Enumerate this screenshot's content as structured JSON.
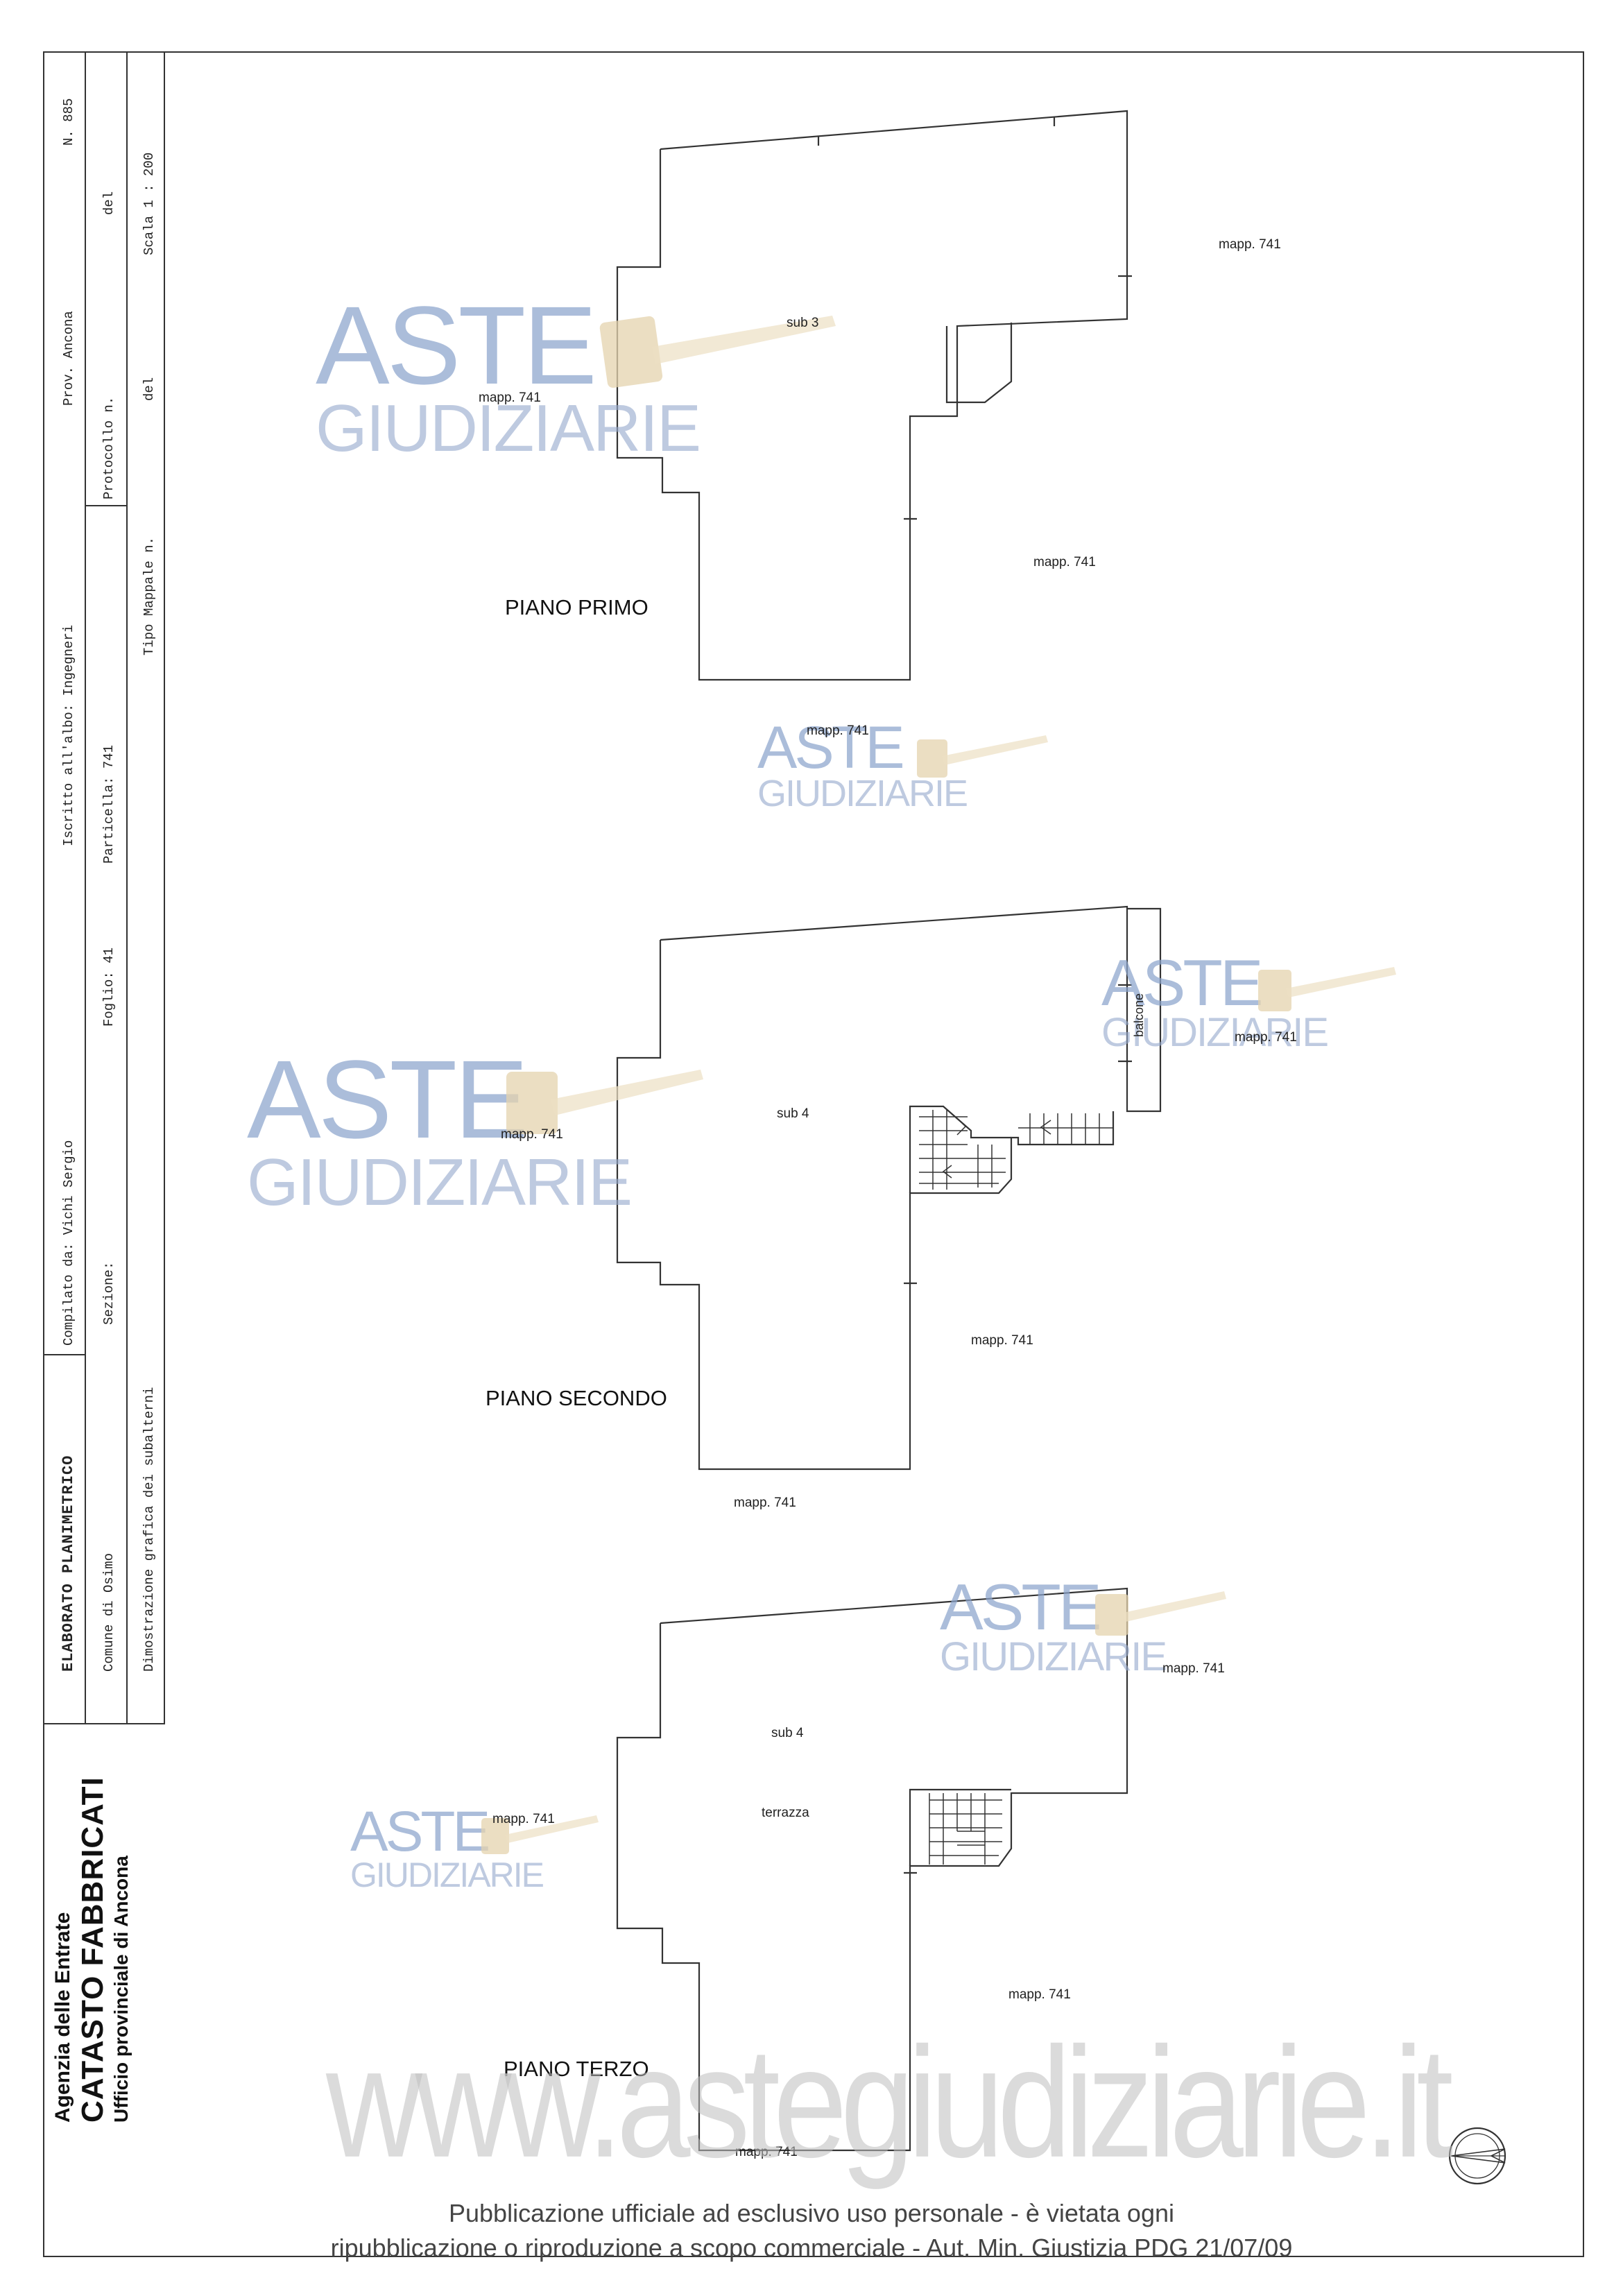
{
  "header": {
    "title": "ELABORATO PLANIMETRICO",
    "compilato": "Compilato da: Vichi Sergio",
    "iscritto": "Iscritto all'albo: Ingegneri",
    "prov": "Prov. Ancona",
    "numero": "N. 885",
    "comune": "Comune di Osimo",
    "sezione": "Sezione:",
    "foglio": "Foglio: 41",
    "particella": "Particella: 741",
    "protocollo": "Protocollo n.",
    "protocollo_del": "del",
    "dimostrazione": "Dimostrazione grafica dei subalterni",
    "tipo_mappale": "Tipo Mappale n.",
    "tipo_del": "del",
    "scala": "Scala 1 : 200"
  },
  "agency": {
    "line1": "Agenzia delle Entrate",
    "line2": "CATASTO FABBRICATI",
    "line3": "Ufficio provinciale di  Ancona"
  },
  "plans": {
    "primo": {
      "label": "PIANO PRIMO",
      "sub": "sub 3",
      "mapp_right_top": "mapp. 741",
      "mapp_left": "mapp. 741",
      "mapp_right_bottom": "mapp. 741",
      "mapp_bottom": "mapp. 741"
    },
    "secondo": {
      "label": "PIANO SECONDO",
      "sub": "sub 4",
      "balcone": "balcone",
      "mapp_right_top": "mapp. 741",
      "mapp_left": "mapp. 741",
      "mapp_right_bottom": "mapp. 741",
      "mapp_bottom": "mapp. 741"
    },
    "terzo": {
      "label": "PIANO TERZO",
      "sub": "sub 4",
      "terrazza": "terrazza",
      "mapp_right_top": "mapp. 741",
      "mapp_left": "mapp. 741",
      "mapp_right_bottom": "mapp. 741",
      "mapp_bottom": "mapp. 741"
    }
  },
  "watermarks": {
    "aste": "ASTE",
    "giudiziarie": "GIUDIZIARIE",
    "site": "www.astegiudiziarie.it"
  },
  "footer": {
    "line1": "Pubblicazione ufficiale ad esclusivo uso personale - è vietata ogni",
    "line2": "ripubblicazione o riproduzione a scopo commerciale - Aut. Min. Giustizia PDG 21/07/09"
  },
  "colors": {
    "line": "#333333",
    "watermark_blue": "#8aa4cc",
    "watermark_gavel": "#e8d9b8"
  }
}
